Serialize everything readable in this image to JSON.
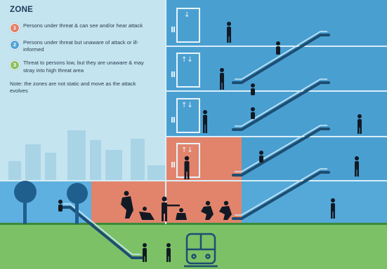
{
  "title": "ZONE",
  "legend": [
    {
      "number": "1",
      "color": "#e2806a",
      "text": "Persons under threat & can see and/or hear attack"
    },
    {
      "number": "2",
      "color": "#4fa3d8",
      "text": "Persons under threat but unaware of attack or ill-informed"
    },
    {
      "number": "3",
      "color": "#8cc063",
      "text": "Threat to persons low, but they are unaware & may stray into high threat area"
    }
  ],
  "note": "Note: the zones are not static and move as the attack evolves",
  "colors": {
    "sky": "#c4e4ef",
    "building": "#4a9fd1",
    "line": "#1d4e72",
    "zone_red": "#e2846c",
    "zone_blue": "#5eb0e0",
    "ground": "#7dc167",
    "figure": "#111a24"
  },
  "icons": [
    "elevator-icon",
    "escalator-icon",
    "train-icon",
    "tree-icon",
    "person-icon"
  ]
}
